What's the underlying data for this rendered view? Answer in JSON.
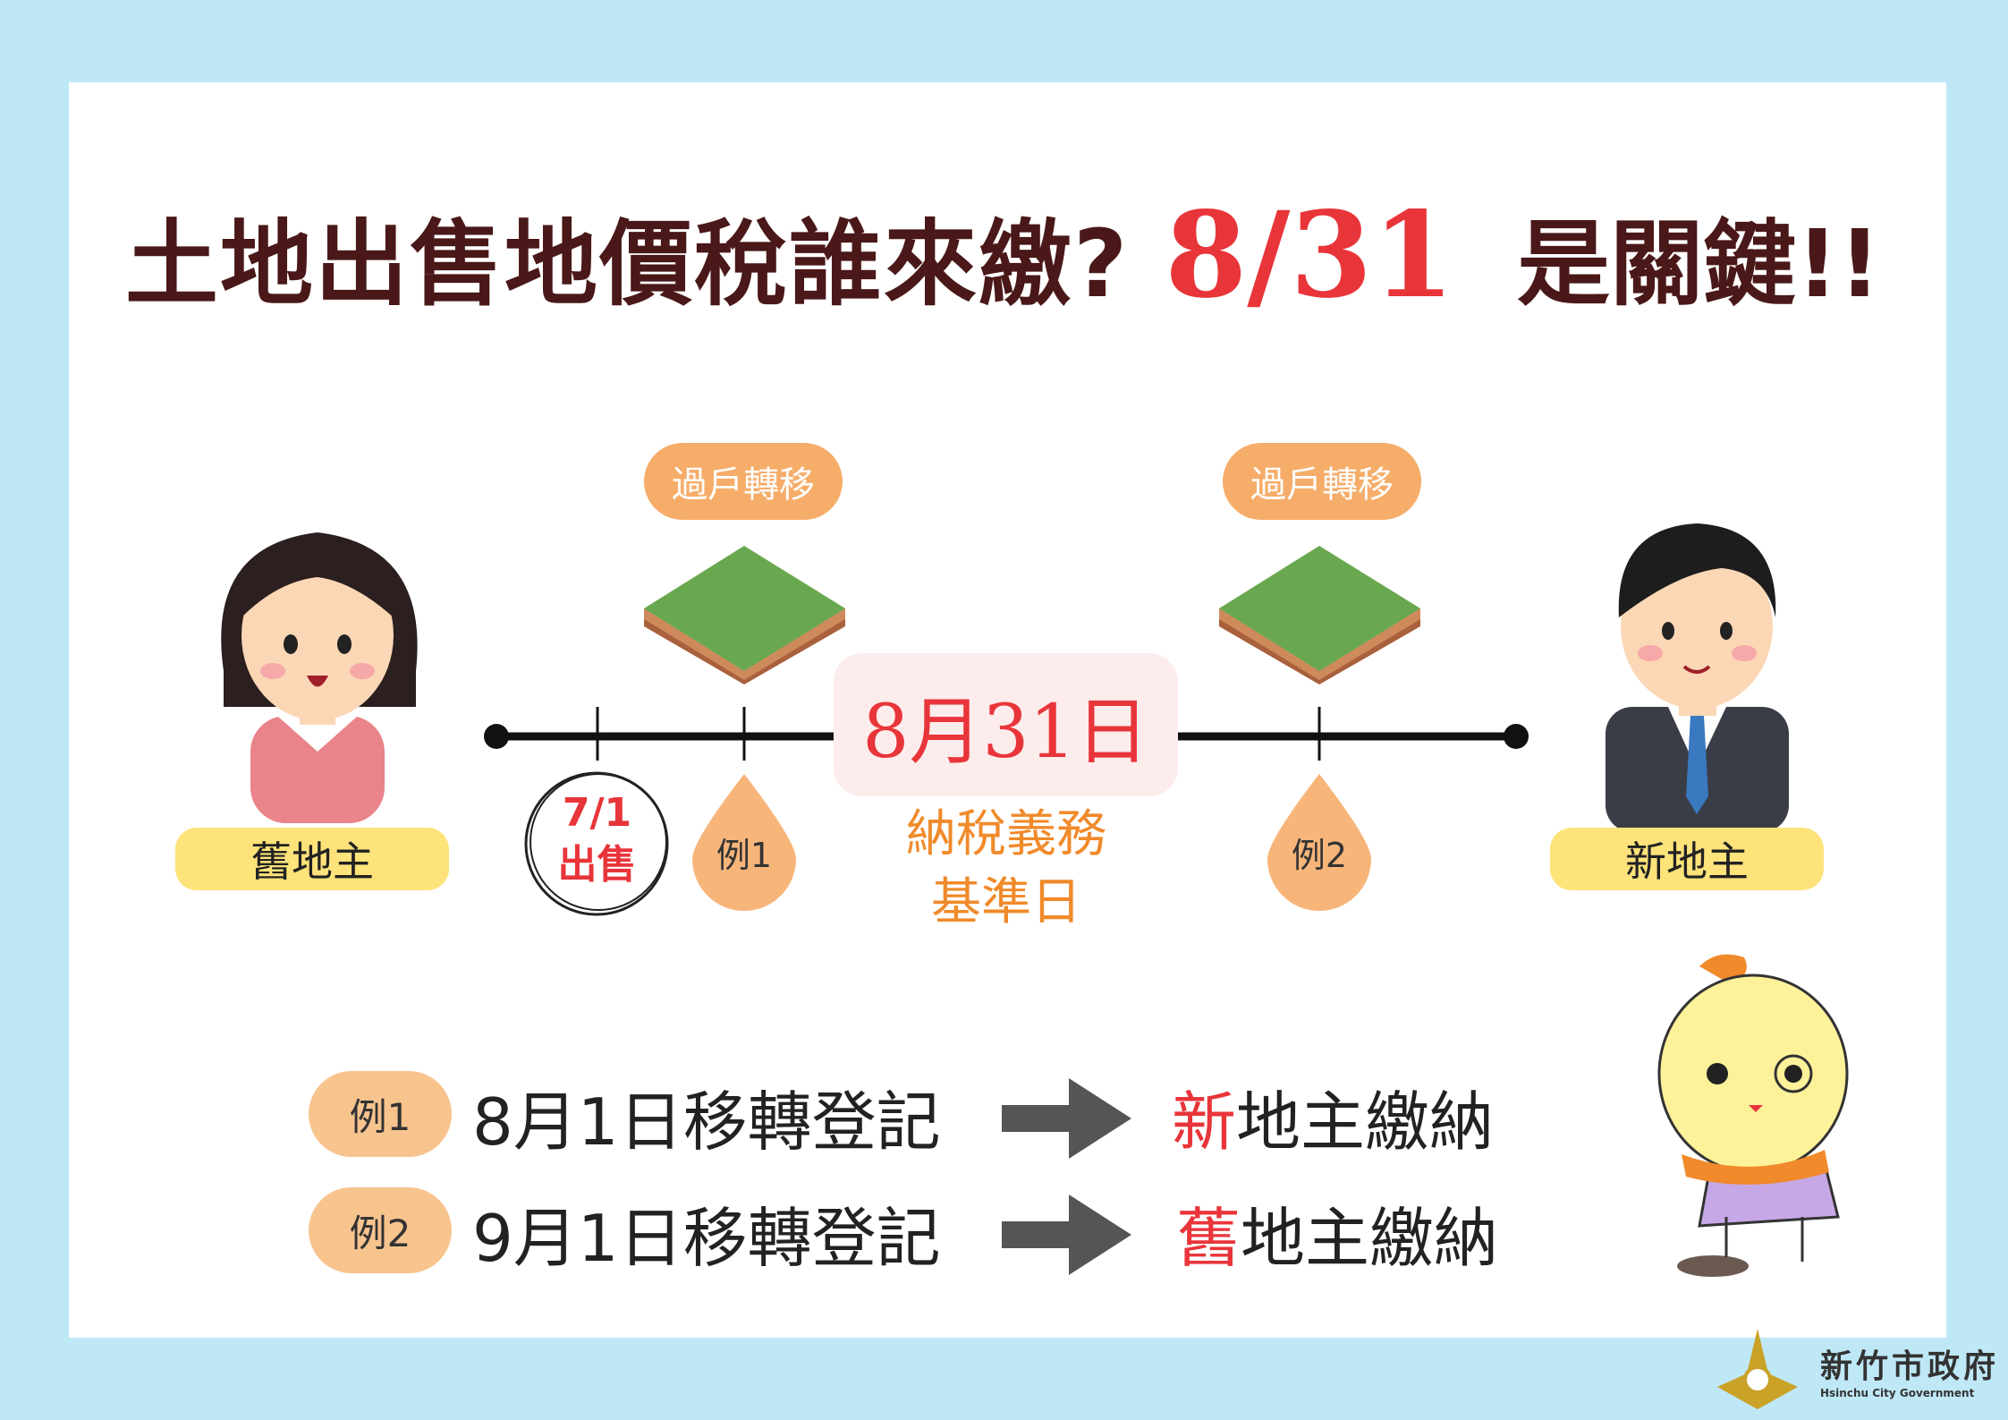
{
  "title": {
    "part1": "土地出售地價稅誰來繳?",
    "date": "8/31",
    "part2": "是關鍵!!"
  },
  "timeline": {
    "transfer_label_1": "過戶轉移",
    "transfer_label_2": "過戶轉移",
    "key_date": "8月31日",
    "key_date_caption_line1": "納稅義務",
    "key_date_caption_line2": "基準日",
    "sale_date": "7/1",
    "sale_label": "出售",
    "example1_drop": "例1",
    "example2_drop": "例2"
  },
  "people": {
    "old_owner": "舊地主",
    "new_owner": "新地主"
  },
  "examples": [
    {
      "tag": "例1",
      "text": "8月1日移轉登記",
      "result_highlight": "新",
      "result_rest": "地主繳納"
    },
    {
      "tag": "例2",
      "text": "9月1日移轉登記",
      "result_highlight": "舊",
      "result_rest": "地主繳納"
    }
  ],
  "footer": {
    "org_name": "新竹市政府",
    "org_name_en": "Hsinchu City Government"
  },
  "colors": {
    "background": "#bfe8f7",
    "title": "#4a1818",
    "accent_red": "#e8353a",
    "orange": "#f6ad6a",
    "yellow": "#fde37a"
  }
}
